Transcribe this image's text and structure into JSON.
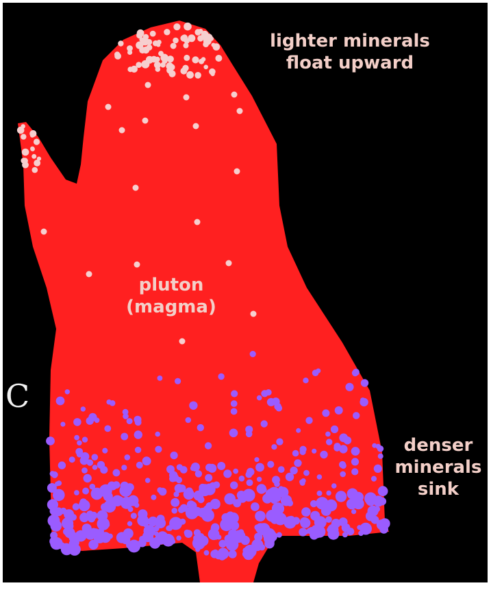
{
  "labels": {
    "lighter": [
      "lighter minerals",
      "float upward"
    ],
    "pluton": [
      "pluton",
      "(magma)"
    ],
    "denser": [
      "denser",
      "minerals",
      "sink"
    ],
    "edge_letter": "C"
  },
  "colors": {
    "background": "#000000",
    "frame": "#ffffff",
    "magma": "#ff2020",
    "light_minerals": "#f6cfcf",
    "dense_minerals": "#9a5cff",
    "label_text": "#f3cfc8"
  }
}
